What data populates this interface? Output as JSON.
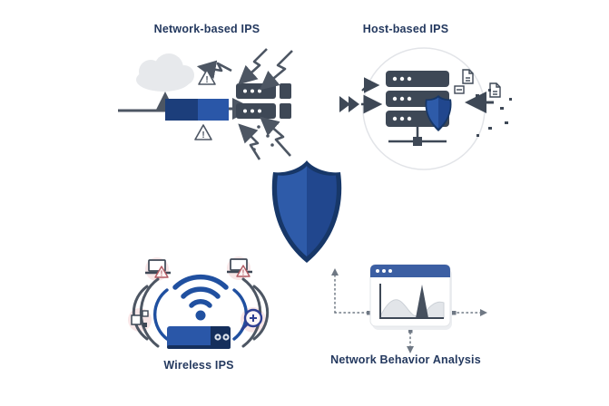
{
  "sections": {
    "network_based": {
      "label": "Network-based IPS"
    },
    "host_based": {
      "label": "Host-based IPS"
    },
    "wireless": {
      "label": "Wireless IPS"
    },
    "behavior_analysis": {
      "label": "Network Behavior Analysis"
    }
  },
  "glyphs": {
    "warning": "!"
  },
  "icons": [
    "cloud-icon",
    "ips-appliance-icon",
    "server-rack-icon",
    "attack-bolt-icon",
    "warning-triangle-icon",
    "shield-icon",
    "server-stack-icon",
    "document-icon",
    "file-box-icon",
    "wifi-icon",
    "router-icon",
    "laptop-alert-icon",
    "device-blocks-icon",
    "zoom-plus-icon",
    "browser-window-icon",
    "anomaly-chart-icon",
    "dotted-connector"
  ],
  "colors": {
    "background": "#ffffff",
    "label_text": "#24395f",
    "slate": "#3e4856",
    "line_gray": "#4d5663",
    "cloud_gray": "#e7e9ec",
    "appliance_navy": "#1c3e7b",
    "appliance_blue": "#2a57a8",
    "shield_light": "#2e5ba9",
    "shield_dark": "#21478e",
    "shield_rim": "#173768",
    "wifi_blue": "#2050a0",
    "router_panel": "#152f5c",
    "window_header": "#3c5fa3",
    "warning_red": "#b25a63",
    "blob_pink": "#f8e6e7",
    "chart_area": "#e2e5e9",
    "chart_area_stroke": "#ccd1d7",
    "chart_spike": "#46505e",
    "dotted_gray": "#6f7884",
    "card_border": "#e2e4e8"
  }
}
